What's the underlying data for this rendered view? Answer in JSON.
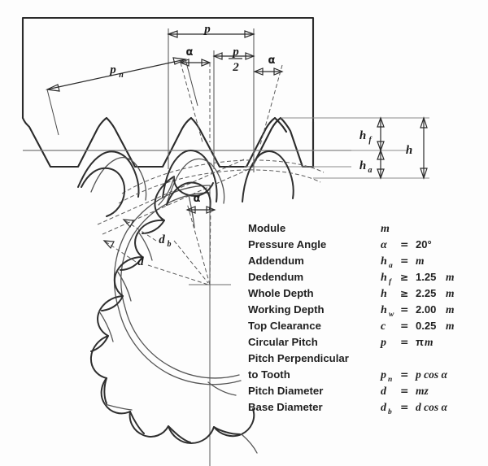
{
  "figure": {
    "title": "Gear Tooth Terminology and Rack Profile Diagram",
    "background_color": "#fdfdfd",
    "line_color": "#2b2b2b"
  },
  "rack_labels": {
    "circular_pitch": "p",
    "half_pitch_numerator": "p",
    "half_pitch_denominator": "2",
    "pressure_angle_left": "α",
    "pressure_angle_right": "α",
    "normal_pitch": "p",
    "normal_pitch_sub": "n",
    "dedendum_height": "h",
    "dedendum_height_sub": "f",
    "addendum_height": "h",
    "addendum_height_sub": "a",
    "whole_depth": "h"
  },
  "gear_labels": {
    "base_diameter": "d",
    "base_diameter_sub": "b",
    "pitch_diameter": "d",
    "pressure_angle": "α"
  },
  "table": {
    "rows": [
      {
        "name": "Module",
        "symbol": "m",
        "sub": "",
        "rel": "",
        "value": "",
        "value_italic": ""
      },
      {
        "name": "Pressure Angle",
        "symbol": "α",
        "sub": "",
        "rel": "=",
        "value": "20°",
        "value_italic": ""
      },
      {
        "name": "Addendum",
        "symbol": "h",
        "sub": "a",
        "rel": "=",
        "value": "",
        "value_italic": "m"
      },
      {
        "name": "Dedendum",
        "symbol": "h",
        "sub": "f",
        "rel": "≥",
        "value": "1.25",
        "value_italic": "m"
      },
      {
        "name": "Whole Depth",
        "symbol": "h",
        "sub": "",
        "rel": "≥",
        "value": "2.25",
        "value_italic": "m"
      },
      {
        "name": "Working Depth",
        "symbol": "h",
        "sub": "w",
        "rel": "=",
        "value": "2.00",
        "value_italic": "m"
      },
      {
        "name": "Top Clearance",
        "symbol": "c",
        "sub": "",
        "rel": "=",
        "value": "0.25",
        "value_italic": "m"
      },
      {
        "name": "Circular Pitch",
        "symbol": "p",
        "sub": "",
        "rel": "=",
        "value": "π",
        "value_italic": "m"
      },
      {
        "name": "Pitch Perpendicular",
        "symbol": "",
        "sub": "",
        "rel": "",
        "value": "",
        "value_italic": ""
      },
      {
        "name": "   to Tooth",
        "symbol": "p",
        "sub": "n",
        "rel": "=",
        "value": "",
        "value_italic": "p cos α"
      },
      {
        "name": "Pitch Diameter",
        "symbol": "d",
        "sub": "",
        "rel": "=",
        "value": "",
        "value_italic": "mz"
      },
      {
        "name": "Base Diameter",
        "symbol": "d",
        "sub": "b",
        "rel": "=",
        "value": "",
        "value_italic": "d cos α"
      }
    ]
  }
}
